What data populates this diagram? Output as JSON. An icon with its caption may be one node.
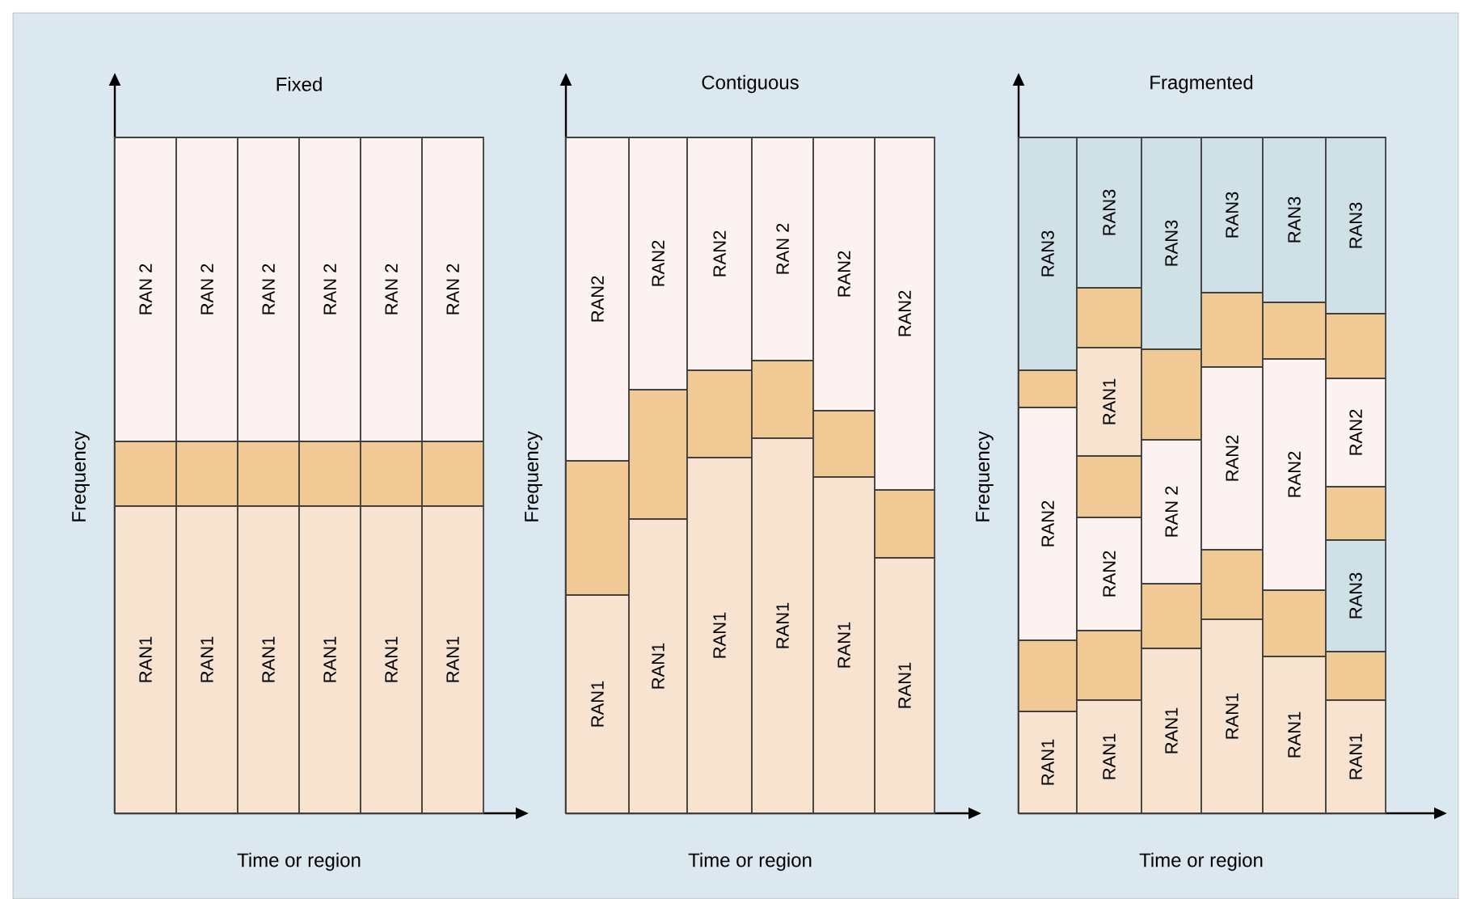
{
  "diagram": {
    "nodes": [
      {
        "text": [
          "RAN 2"
        ]
      },
      {
        "text": [],
        "shape": "box"
      },
      {
        "text": [
          "RAN1"
        ]
      },
      {
        "text": [
          "RAN 2"
        ]
      },
      {
        "text": [],
        "shape": "box"
      },
      {
        "text": [
          "RAN1"
        ]
      },
      {
        "text": [
          "RAN 2"
        ]
      },
      {
        "text": [],
        "shape": "box"
      },
      {
        "text": [
          "RAN1"
        ]
      },
      {
        "text": [
          "RAN 2"
        ]
      },
      {
        "text": [],
        "shape": "box"
      },
      {
        "text": [
          "RAN1"
        ]
      },
      {
        "text": [
          "RAN 2"
        ]
      },
      {
        "text": [],
        "shape": "box"
      },
      {
        "text": [
          "RAN1"
        ]
      },
      {
        "text": [
          "RAN 2"
        ]
      },
      {
        "text": [],
        "shape": "box"
      },
      {
        "text": [
          "RAN1"
        ]
      },
      {
        "text": [
          "RAN2"
        ]
      },
      {
        "text": [],
        "shape": "box"
      },
      {
        "text": [
          "RAN1"
        ]
      },
      {
        "text": [
          "RAN2"
        ]
      },
      {
        "text": [],
        "shape": "box"
      },
      {
        "text": [
          "RAN1"
        ]
      },
      {
        "text": [
          "RAN2"
        ]
      },
      {
        "text": [],
        "shape": "box"
      },
      {
        "text": [
          "RAN1"
        ]
      },
      {
        "text": [
          "RAN 2"
        ]
      },
      {
        "text": [],
        "shape": "box"
      },
      {
        "text": [
          "RAN1"
        ]
      },
      {
        "text": [
          "RAN2"
        ]
      },
      {
        "text": [],
        "shape": "box"
      },
      {
        "text": [
          "RAN1"
        ]
      },
      {
        "text": [
          "RAN2"
        ]
      },
      {
        "text": [],
        "shape": "box"
      },
      {
        "text": [
          "RAN1"
        ]
      },
      {
        "text": [
          "RAN3"
        ]
      },
      {
        "text": [],
        "shape": "box"
      },
      {
        "text": [
          "RAN2"
        ]
      },
      {
        "text": [],
        "shape": "box"
      },
      {
        "text": [
          "RAN1"
        ]
      },
      {
        "text": [
          "RAN3"
        ]
      },
      {
        "text": [],
        "shape": "box"
      },
      {
        "text": [
          "RAN1"
        ]
      },
      {
        "text": [],
        "shape": "box"
      },
      {
        "text": [
          "RAN2"
        ]
      },
      {
        "text": [],
        "shape": "box"
      },
      {
        "text": [
          "RAN1"
        ]
      },
      {
        "text": [
          "RAN3"
        ]
      },
      {
        "text": [],
        "shape": "box"
      },
      {
        "text": [
          "RAN 2"
        ]
      },
      {
        "text": [],
        "shape": "box"
      },
      {
        "text": [
          "RAN1"
        ]
      },
      {
        "text": [
          "RAN3"
        ]
      },
      {
        "text": [],
        "shape": "box"
      },
      {
        "text": [
          "RAN2"
        ]
      },
      {
        "text": [],
        "shape": "box"
      },
      {
        "text": [
          "RAN1"
        ]
      },
      {
        "text": [
          "RAN3"
        ]
      },
      {
        "text": [],
        "shape": "box"
      },
      {
        "text": [
          "RAN2"
        ]
      },
      {
        "text": [],
        "shape": "box"
      },
      {
        "text": [
          "RAN1"
        ]
      },
      {
        "text": [
          "RAN3"
        ]
      },
      {
        "text": [],
        "shape": "box"
      },
      {
        "text": [
          "RAN2"
        ]
      },
      {
        "text": [],
        "shape": "box"
      },
      {
        "text": [
          "RAN3"
        ]
      },
      {
        "text": [],
        "shape": "box"
      },
      {
        "text": [
          "RAN1"
        ]
      }
    ],
    "labels": [
      "Fixed",
      "Frequency",
      "Time or region",
      "Contiguous",
      "Frequency",
      "Time or region",
      "Fragmented",
      "Frequency",
      "Time or region"
    ]
  }
}
